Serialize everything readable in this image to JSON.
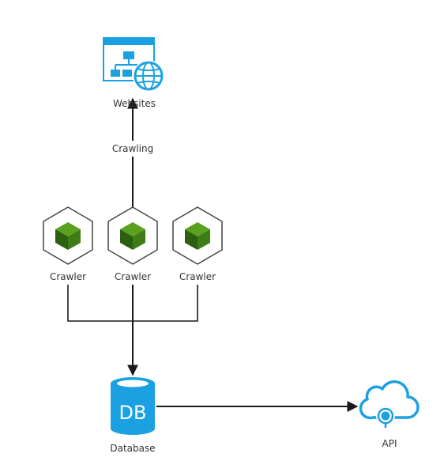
{
  "diagram": {
    "nodes": {
      "websites": {
        "label": "Websites",
        "icon": "website-globe-icon"
      },
      "crawler_1": {
        "label": "Crawler",
        "icon": "crawler-cube-icon"
      },
      "crawler_2": {
        "label": "Crawler",
        "icon": "crawler-cube-icon"
      },
      "crawler_3": {
        "label": "Crawler",
        "icon": "crawler-cube-icon"
      },
      "database": {
        "label": "Database",
        "icon": "database-icon",
        "icon_text": "DB"
      },
      "api": {
        "label": "API",
        "icon": "cloud-api-icon"
      }
    },
    "edges": {
      "crawl": {
        "label": "Crawling"
      }
    }
  },
  "colors": {
    "blue": "#1ba1e2",
    "dark_green": "#2d5f10",
    "green": "#3e7d16",
    "light_green": "#5aa11e",
    "hex_outline": "#444444",
    "line": "#1a1a1a"
  }
}
